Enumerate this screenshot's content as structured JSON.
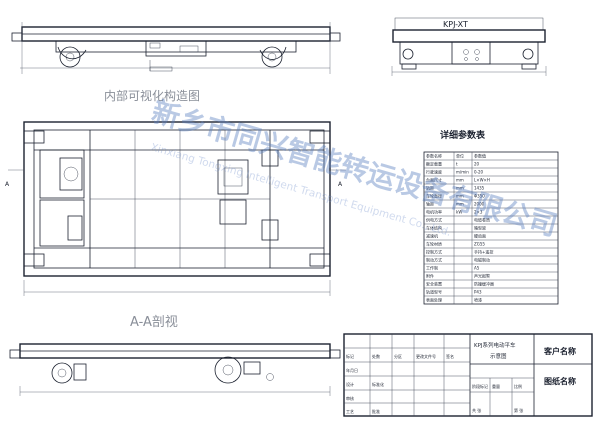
{
  "labels": {
    "front_view_title": "KPJ-XT",
    "internal_view_label": "内部可视化构造图",
    "section_label": "A-A剖视",
    "section_marker_left": "A",
    "section_marker_right": "A",
    "params_title": "详细参数表"
  },
  "title_block": {
    "drawing_title_line1": "KPJ系列电动平车",
    "drawing_title_line2": "示意图",
    "client_name_label": "客户名称",
    "drawing_name_label": "图纸名称",
    "cell_labels": [
      "标记",
      "处数",
      "分区",
      "更改文件号",
      "签名",
      "年月日",
      "设计",
      "标准化",
      "阶段标记",
      "重量",
      "比例",
      "审核",
      "工艺",
      "批准",
      "共 张",
      "第 张"
    ]
  },
  "watermark": {
    "cn": "新乡市同兴智能转运设备有限公司",
    "en": "Xinxiang Tongxing Intelligent Transport Equipment Co., Ltd."
  },
  "params_table": {
    "headers": [
      "参数名称",
      "单位",
      "参数值"
    ],
    "rows": [
      [
        "额定载重",
        "t",
        "20"
      ],
      [
        "行驶速度",
        "m/min",
        "0-20"
      ],
      [
        "台面尺寸",
        "mm",
        "L×W×H"
      ],
      [
        "轨距",
        "mm",
        "1435"
      ],
      [
        "车轮直径",
        "mm",
        "Φ350"
      ],
      [
        "轴距",
        "mm",
        "2000"
      ],
      [
        "电机功率",
        "kW",
        "2×3"
      ],
      [
        "供电方式",
        "",
        "电缆卷筒"
      ],
      [
        "车体结构",
        "",
        "箱型梁"
      ],
      [
        "减速机",
        "",
        "硬齿面"
      ],
      [
        "车轮材质",
        "",
        "ZG55"
      ],
      [
        "控制方式",
        "",
        "手持+遥控"
      ],
      [
        "制动方式",
        "",
        "电磁制动"
      ],
      [
        "工作制",
        "",
        "A5"
      ],
      [
        "附件",
        "",
        "声光报警"
      ],
      [
        "安全装置",
        "",
        "防撞缓冲器"
      ],
      [
        "轨道型号",
        "",
        "P43"
      ],
      [
        "表面处理",
        "",
        "喷漆"
      ]
    ]
  }
}
